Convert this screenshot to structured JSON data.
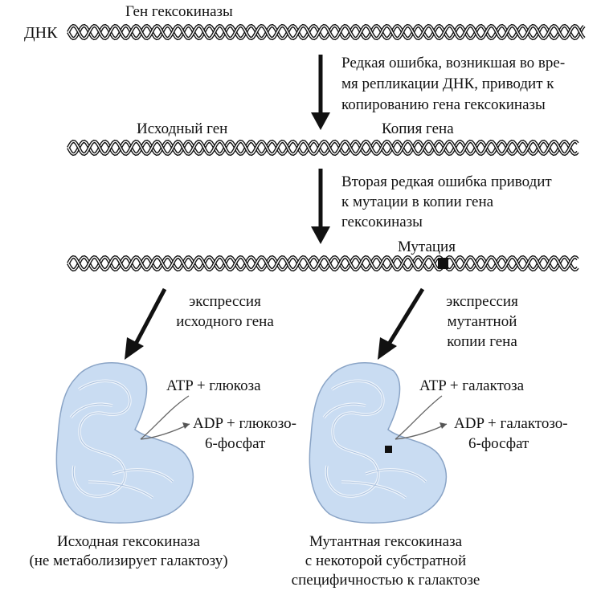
{
  "dna_label": "ДНК",
  "gene_label": "Ген гексокиназы",
  "step1_text": [
    "Редкая ошибка, возникшая во вре-",
    "мя репликации ДНК, приводит к",
    "копированию гена гексокиназы"
  ],
  "original_gene_label": "Исходный ген",
  "gene_copy_label": "Копия гена",
  "step2_text": [
    "Вторая редкая ошибка приводит",
    "к мутации в копии гена",
    "гексокиназы"
  ],
  "mutation_label": "Мутация",
  "expr_left": [
    "экспрессия",
    "исходного гена"
  ],
  "expr_right": [
    "экспрессия",
    "мутантной",
    "копии гена"
  ],
  "left_enzyme": {
    "substrate": "ATP + глюкоза",
    "product_line1": "ADP + глюкозо-",
    "product_line2": "6-фосфат",
    "caption": [
      "Исходная гексокиназа",
      "(не метаболизирует галактозу)"
    ]
  },
  "right_enzyme": {
    "substrate": "ATP + галактоза",
    "product_line1": "ADP + галактозо-",
    "product_line2": "6-фосфат",
    "caption": [
      "Мутантная гексокиназа",
      "с некоторой субстратной",
      "специфичностью к галактозе"
    ]
  },
  "colors": {
    "enzyme_fill": "#c9dcf2",
    "enzyme_stroke": "#8aa4c6",
    "ink": "#111111"
  }
}
